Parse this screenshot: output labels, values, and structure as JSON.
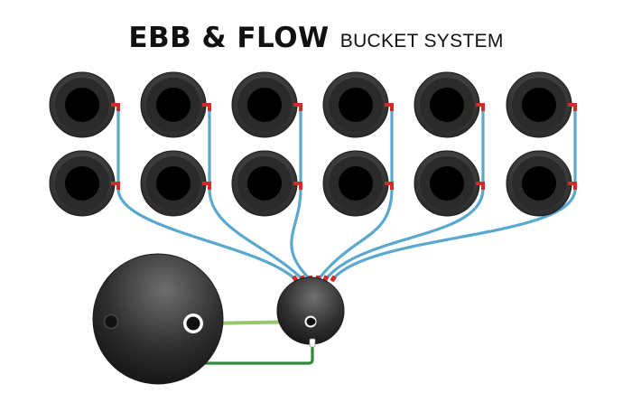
{
  "title": {
    "main": "EBB & FLOW",
    "subtitle": "BUCKET SYSTEM"
  },
  "colors": {
    "background": "#ffffff",
    "bucket_rim": "#4a4a4a",
    "bucket_inner": "#2a2a2a",
    "bucket_hole": "#000000",
    "feed_hose": "#5ba8cf",
    "hose_fitting": "#d42a2a",
    "supply_line_light": "#96c66d",
    "supply_line_dark": "#2f8a3a",
    "title_text": "#111111"
  },
  "buckets": {
    "rows": 2,
    "columns": 6,
    "count": 12
  },
  "components": {
    "reservoir": "reservoir-tank",
    "controller": "control-bucket"
  }
}
